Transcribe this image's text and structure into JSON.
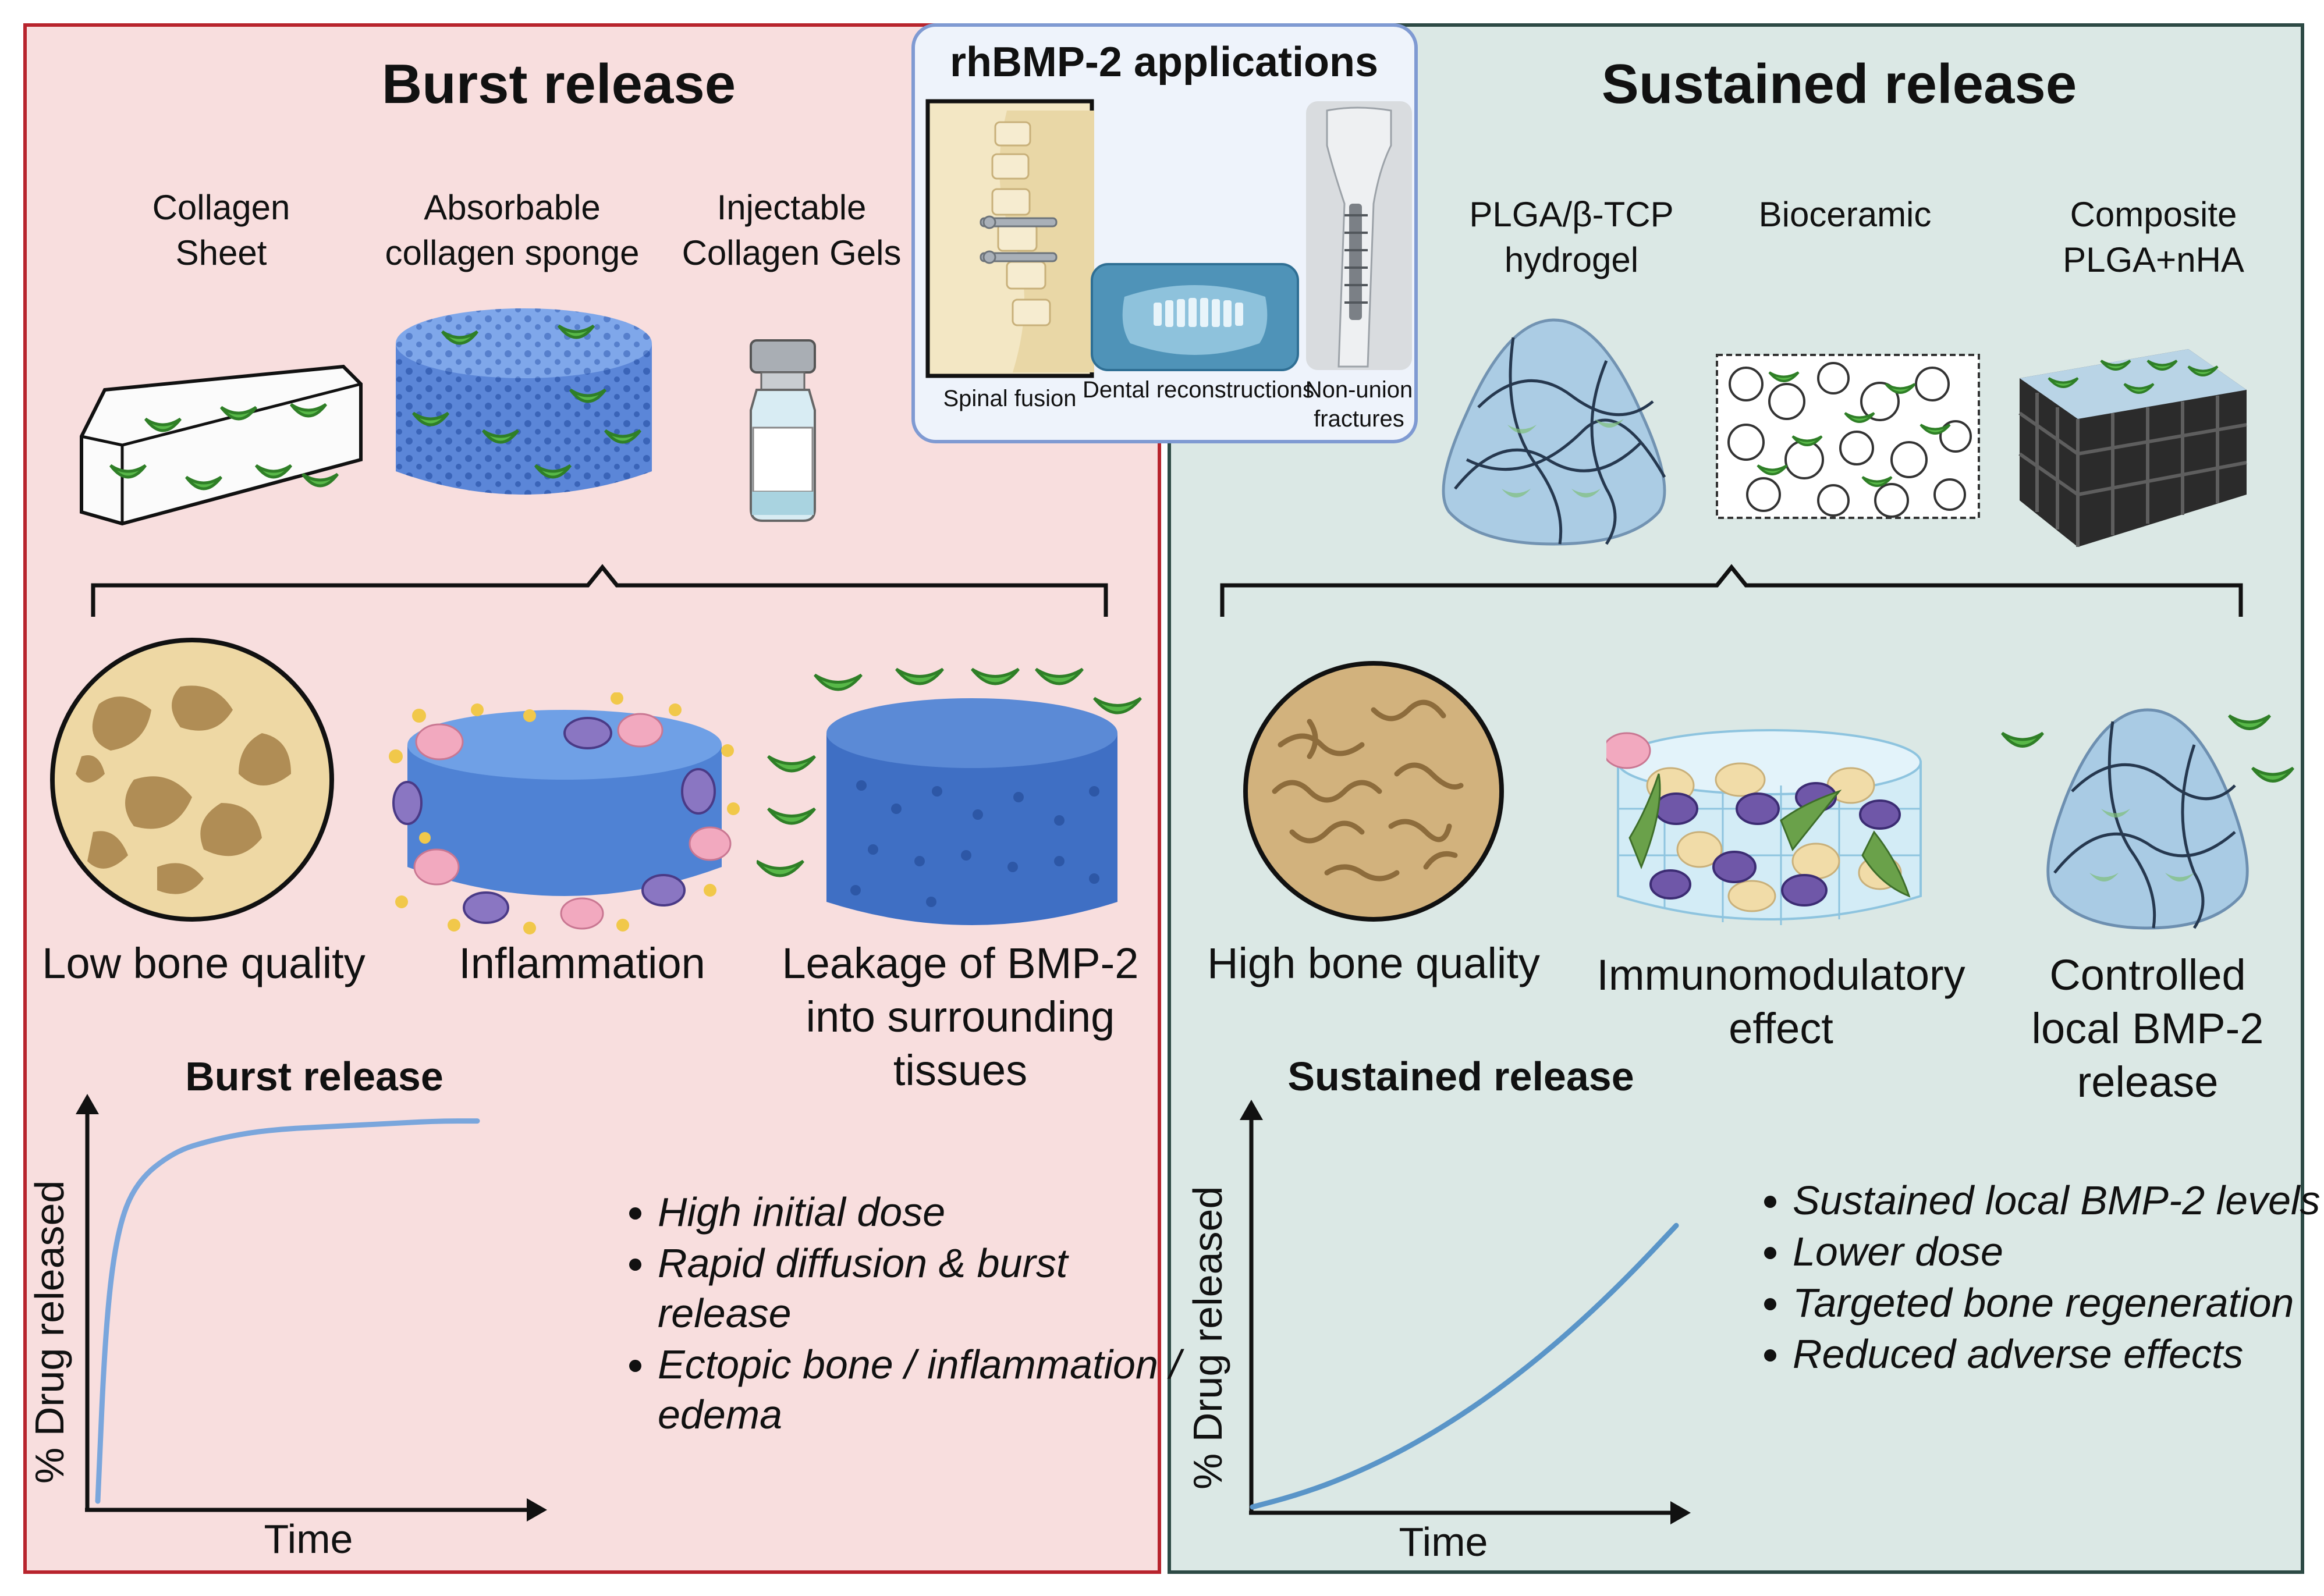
{
  "colors": {
    "burst_bg": "#f8dede",
    "burst_border": "#b8242d",
    "sustained_bg": "#dbe8e5",
    "sustained_border": "#2d4a45",
    "inset_border": "#7f9ad2",
    "curve": "#7aa6dc",
    "protein": "#4caf3a"
  },
  "inset": {
    "title": "rhBMP-2 applications",
    "items": [
      {
        "label": "Spinal fusion",
        "icon": "spine-xray-icon"
      },
      {
        "label": "Dental reconstructions",
        "icon": "dental-xray-icon"
      },
      {
        "label": "Non-union fractures",
        "icon": "arm-xray-icon"
      }
    ]
  },
  "burst": {
    "title": "Burst release",
    "carriers": [
      {
        "label": "Collagen Sheet",
        "icon": "collagen-sheet-icon"
      },
      {
        "label": "Absorbable collagen sponge",
        "icon": "collagen-sponge-icon"
      },
      {
        "label": "Injectable Collagen Gels",
        "icon": "vial-icon"
      }
    ],
    "outcomes": [
      {
        "label": "Low bone quality",
        "icon": "low-bone-quality-icon"
      },
      {
        "label": "Inflammation",
        "icon": "inflammation-icon"
      },
      {
        "label": "Leakage of BMP-2 into surrounding tissues",
        "icon": "leakage-icon"
      }
    ],
    "chart_title": "Burst release",
    "bullets": [
      "High initial dose",
      "Rapid diffusion & burst release",
      "Ectopic bone / inflammation / edema"
    ]
  },
  "sustained": {
    "title": "Sustained release",
    "carriers": [
      {
        "label": "PLGA/β-TCP hydrogel",
        "icon": "hydrogel-icon"
      },
      {
        "label": "Bioceramic",
        "icon": "bioceramic-icon"
      },
      {
        "label": "Composite PLGA+nHA",
        "icon": "composite-scaffold-icon"
      }
    ],
    "outcomes": [
      {
        "label": "High bone quality",
        "icon": "high-bone-quality-icon"
      },
      {
        "label": "Immunomodulatory effect",
        "icon": "immunomodulatory-icon"
      },
      {
        "label": "Controlled local BMP-2 release",
        "icon": "controlled-release-icon"
      }
    ],
    "chart_title": "Sustained release",
    "bullets": [
      "Sustained local BMP-2 levels",
      "Lower dose",
      "Targeted bone regeneration",
      "Reduced adverse effects"
    ]
  },
  "chart_data": [
    {
      "type": "line",
      "title": "Burst release",
      "xlabel": "Time",
      "ylabel": "% Drug released",
      "x": [
        0,
        0.02,
        0.05,
        0.1,
        0.2,
        0.3,
        0.4,
        0.5,
        0.6,
        0.7,
        0.8,
        0.9,
        1.0
      ],
      "series": [
        {
          "values": [
            0,
            0.45,
            0.7,
            0.83,
            0.91,
            0.94,
            0.96,
            0.97,
            0.975,
            0.98,
            0.985,
            0.99,
            0.99
          ]
        }
      ],
      "xlim": [
        0,
        1.0
      ],
      "ylim": [
        0,
        1.0
      ],
      "grid": false
    },
    {
      "type": "line",
      "title": "Sustained release",
      "xlabel": "Time",
      "ylabel": "% Drug released",
      "x": [
        0,
        0.1,
        0.2,
        0.3,
        0.4,
        0.5,
        0.6,
        0.7,
        0.8,
        0.9,
        1.0
      ],
      "series": [
        {
          "values": [
            0,
            0.03,
            0.07,
            0.12,
            0.18,
            0.25,
            0.33,
            0.42,
            0.52,
            0.63,
            0.75
          ]
        }
      ],
      "xlim": [
        0,
        1.0
      ],
      "ylim": [
        0,
        1.0
      ],
      "grid": false
    }
  ]
}
